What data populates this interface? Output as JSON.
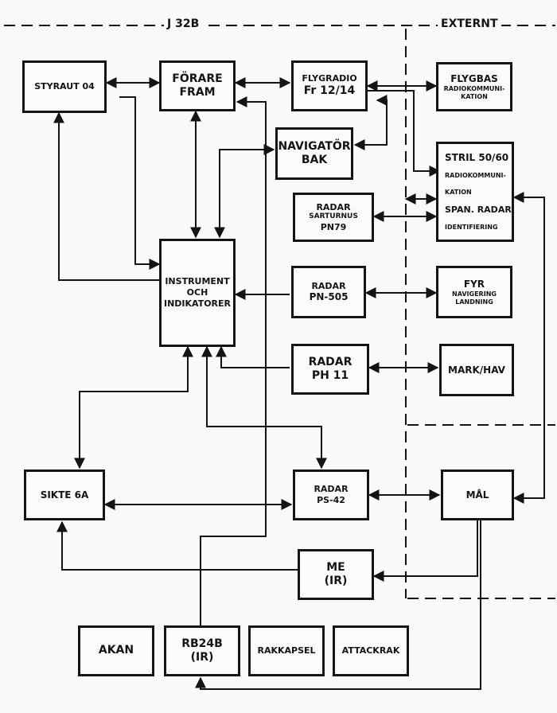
{
  "sections": {
    "internal": "J 32B",
    "external": "EXTERNT"
  },
  "blocks": {
    "styraut": [
      "STYRAUT 04"
    ],
    "forare": [
      "FÖRARE",
      "FRAM"
    ],
    "flygradio": [
      "FLYGRADIO",
      "Fr 12/14"
    ],
    "flygbas": [
      "FLYGBAS",
      "RADIOKOMMUNI-",
      "KATION"
    ],
    "navigator": [
      "NAVIGATÖR",
      "BAK"
    ],
    "stril": [
      "STRIL 50/60",
      "RADIOKOMMUNI-",
      "KATION",
      "SPAN. RADAR",
      "IDENTIFIERING"
    ],
    "radar_pn79": [
      "RADAR",
      "SARTURNUS",
      "PN79"
    ],
    "instrument": [
      "INSTRUMENT",
      "OCH",
      "INDIKATORER"
    ],
    "radar_pn505": [
      "RADAR",
      "PN-505"
    ],
    "fyr": [
      "FYR",
      "NAVIGERING",
      "LANDNING"
    ],
    "radar_ph11": [
      "RADAR",
      "PH 11"
    ],
    "mark_hav": [
      "MARK/HAV"
    ],
    "sikte": [
      "SIKTE 6A"
    ],
    "radar_ps42": [
      "RADAR",
      "PS-42"
    ],
    "mal": [
      "MÅL"
    ],
    "me_ir": [
      "ME",
      "(IR)"
    ],
    "akan": [
      "AKAN"
    ],
    "rb24b": [
      "RB24B",
      "(IR)"
    ],
    "rakkapsel": [
      "RAKKAPSEL"
    ],
    "attackrak": [
      "ATTACKRAK"
    ]
  }
}
